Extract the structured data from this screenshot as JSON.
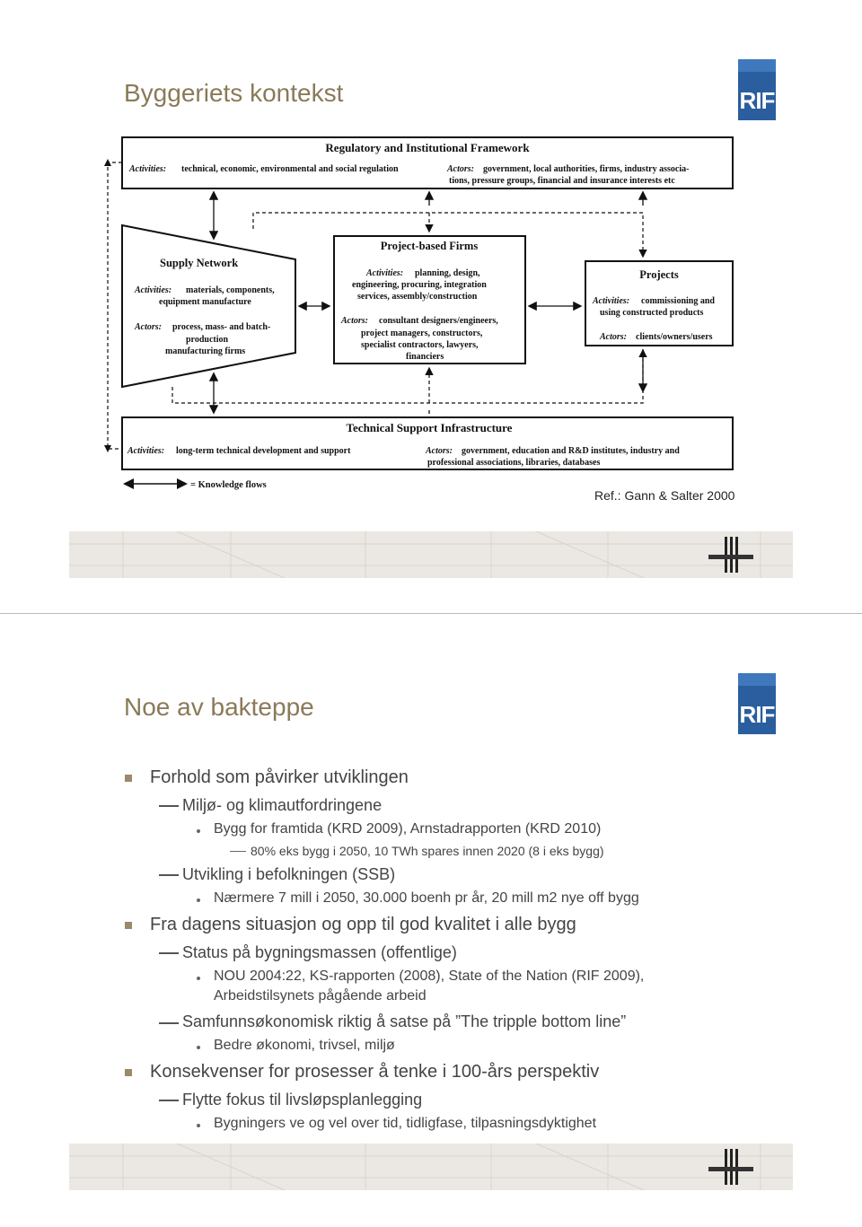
{
  "slide1": {
    "title": "Byggeriets kontekst",
    "logo_text": "RIF",
    "reference": "Ref.: Gann & Salter 2000",
    "diagram": {
      "regulatory": {
        "title": "Regulatory and Institutional Framework",
        "activities_label": "Activities:",
        "activities": "technical, economic, environmental and social regulation",
        "actors_label": "Actors:",
        "actors_1": "government, local authorities, firms, industry associa-",
        "actors_2": "tions, pressure groups, financial and insurance interests etc"
      },
      "supply": {
        "title": "Supply Network",
        "activities_label": "Activities:",
        "activities_1": "materials, components,",
        "activities_2": "equipment manufacture",
        "actors_label": "Actors:",
        "actors_1": "process, mass- and batch-",
        "actors_2": "production",
        "actors_3": "manufacturing firms"
      },
      "firms": {
        "title": "Project-based Firms",
        "activities_label": "Activities:",
        "activities_1": "planning, design,",
        "activities_2": "engineering, procuring, integration",
        "activities_3": "services, assembly/construction",
        "actors_label": "Actors:",
        "actors_1": "consultant designers/engineers,",
        "actors_2": "project managers, constructors,",
        "actors_3": "specialist contractors, lawyers,",
        "actors_4": "financiers"
      },
      "projects": {
        "title": "Projects",
        "activities_label": "Activities:",
        "activities_1": "commissioning and",
        "activities_2": "using constructed products",
        "actors_label": "Actors:",
        "actors": "clients/owners/users"
      },
      "technical": {
        "title": "Technical Support Infrastructure",
        "activities_label": "Activities:",
        "activities": "long-term technical development and support",
        "actors_label": "Actors:",
        "actors_1": "government, education and R&D institutes, industry and",
        "actors_2": "professional associations, libraries, databases"
      },
      "legend": "= Knowledge flows"
    }
  },
  "slide2": {
    "title": "Noe av bakteppe",
    "logo_text": "RIF",
    "bullets": {
      "b1": "Forhold som påvirker utviklingen",
      "b1_1": "Miljø- og klimautfordringene",
      "b1_1_1": "Bygg for framtida (KRD 2009), Arnstadrapporten (KRD 2010)",
      "b1_1_1_1": "80% eks bygg i 2050, 10 TWh spares innen 2020 (8 i eks bygg)",
      "b1_2": "Utvikling i befolkningen (SSB)",
      "b1_2_1": "Nærmere 7 mill i 2050, 30.000 boenh pr år, 20 mill m2 nye off bygg",
      "b2": "Fra dagens situasjon og opp til god kvalitet i alle bygg",
      "b2_1": "Status på bygningsmassen (offentlige)",
      "b2_1_1a": "NOU 2004:22, KS-rapporten (2008), State of the Nation (RIF 2009),",
      "b2_1_1b": "Arbeidstilsynets pågående arbeid",
      "b2_2": "Samfunnsøkonomisk riktig å satse på ”The tripple bottom line”",
      "b2_2_1": "Bedre økonomi, trivsel, miljø",
      "b3": "Konsekvenser for prosesser å tenke i 100-års perspektiv",
      "b3_1": "Flytte fokus til livsløpsplanlegging",
      "b3_1_1": "Bygningers ve og vel over tid, tidligfase, tilpasningsdyktighet"
    }
  },
  "colors": {
    "title": "#8a7a58",
    "logo_blue": "#2a5e9e",
    "footer_band": "#ebe8e3"
  }
}
